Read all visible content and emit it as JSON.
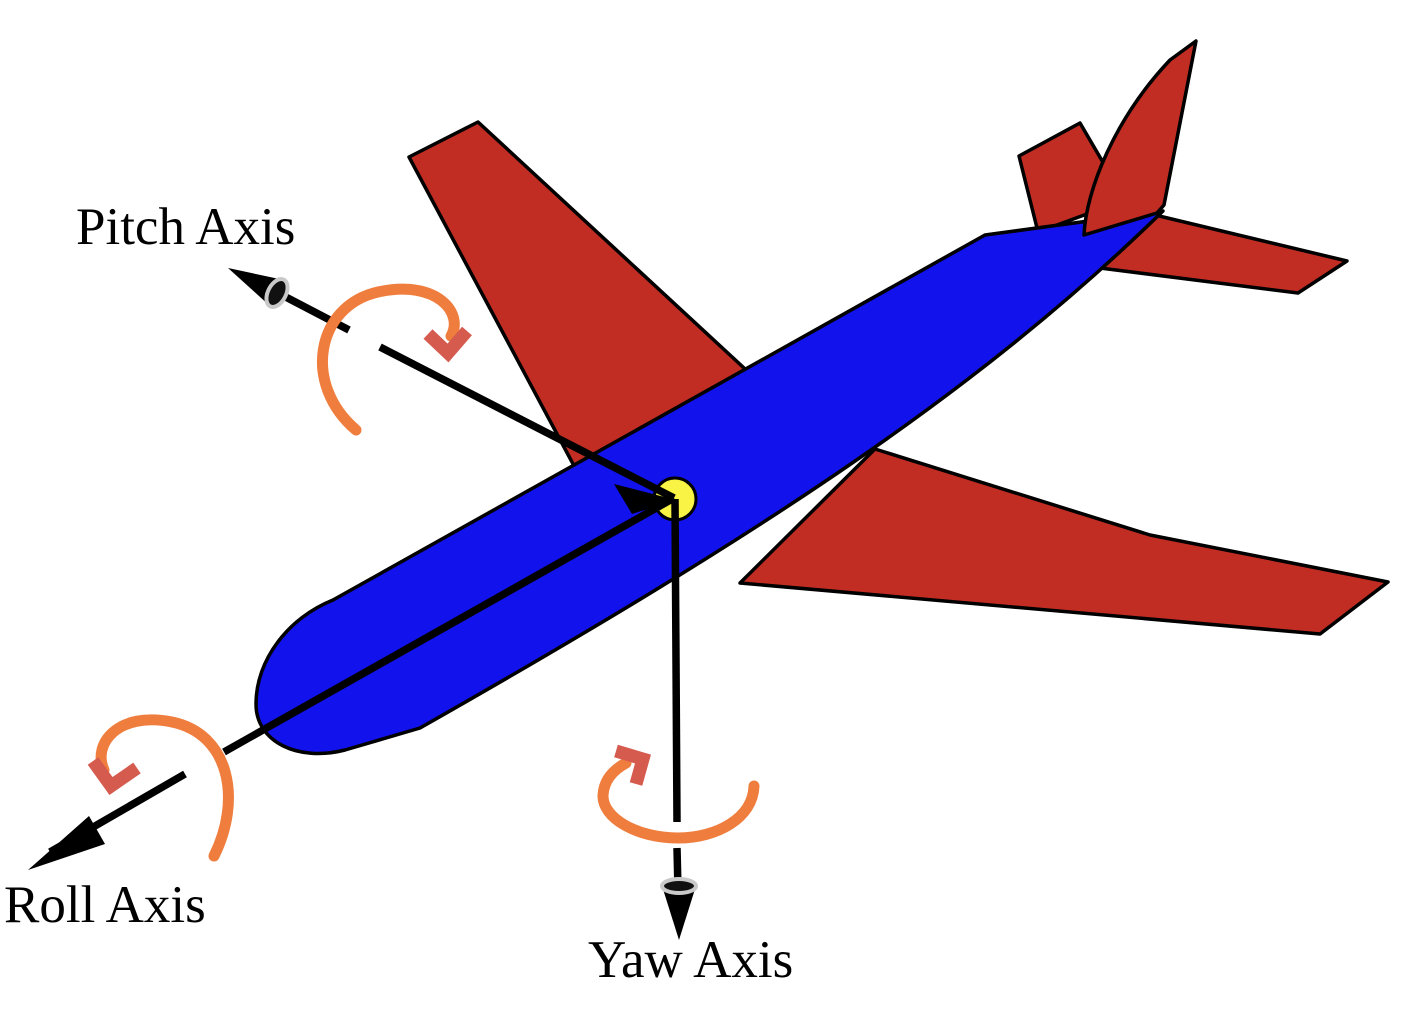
{
  "diagram": {
    "type": "aircraft-principal-axes",
    "labels": {
      "pitch": "Pitch Axis",
      "roll": "Roll Axis",
      "yaw": "Yaw Axis"
    }
  },
  "colors": {
    "background": "#FFFFFF",
    "fuselage_blue": "#1212EC",
    "wing_red": "#C12D23",
    "outline_black": "#000000",
    "axis_black": "#000000",
    "rotation_arc_orange": "#EF7D3D",
    "rotation_arrowhead_salmon": "#D65B4F",
    "center_dot_yellow": "#F8F344",
    "cone_dark": "#111111",
    "cone_ring_gray": "#C9C9C9",
    "label_text": "#000000"
  }
}
